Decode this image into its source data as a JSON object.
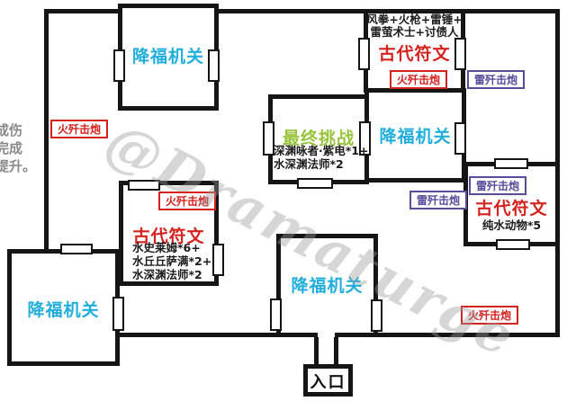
{
  "watermark": "@Dramaturge",
  "side_note": [
    "成伤",
    "完成",
    "提升。"
  ],
  "badges": {
    "fire": "火歼击炮",
    "electro": "雷歼击炮"
  },
  "rooms": {
    "top_left": {
      "label": "降福机关"
    },
    "top_right": {
      "label": "古代符文",
      "enemies": [
        "风拳+火枪+雷锤+",
        "雷萤术士+讨债人"
      ]
    },
    "final_challenge": {
      "label": "最终挑战",
      "enemies": [
        "深渊咏者·紫电*1+",
        "水深渊法师*2"
      ]
    },
    "mid": {
      "label": "降福机关"
    },
    "right": {
      "label": "古代符文",
      "enemies": [
        "纯水动物*5"
      ]
    },
    "mid_left": {
      "label": "古代符文",
      "enemies": [
        "水史莱姆*6+",
        "水丘丘萨满*2+",
        "水深渊法师*2"
      ]
    },
    "bottom_left": {
      "label": "降福机关"
    },
    "bottom_mid": {
      "label": "降福机关"
    },
    "entrance": {
      "label": "入口"
    }
  },
  "colors": {
    "wall": "#151515",
    "blessing_label": "#22aedd",
    "rune_label": "#d5221e",
    "final_label": "#97c43c",
    "fire_badge": "#d5221e",
    "electro_badge": "#5a4b9c",
    "side_note": "#8a8a8a",
    "watermark": "#9a9a9a"
  }
}
